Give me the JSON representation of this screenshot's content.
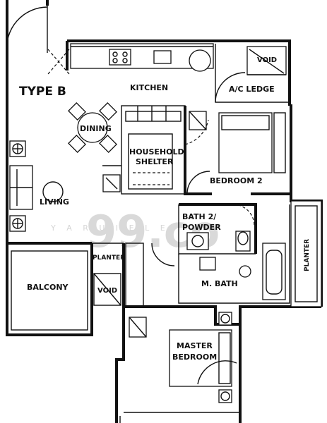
{
  "plan": {
    "type_label": "TYPE B",
    "rooms": {
      "kitchen": "KITCHEN",
      "ac_ledge": "A/C LEDGE",
      "void_top": "VOID",
      "dining": "DINING",
      "household_shelter_1": "HOUSEHOLD",
      "household_shelter_2": "SHELTER",
      "bedroom2": "BEDROOM 2",
      "living": "LIVING",
      "bath2_1": "BATH 2/",
      "bath2_2": "POWDER",
      "planter_mid": "PLANTER",
      "planter_right": "PLANTER",
      "balcony": "BALCONY",
      "void_mid": "VOID",
      "mbath": "M. BATH",
      "master_1": "MASTER",
      "master_2": "BEDROOM"
    }
  },
  "watermark": {
    "brand": "99.co",
    "sub": "Y  A  R  U  I  E  L  E"
  }
}
